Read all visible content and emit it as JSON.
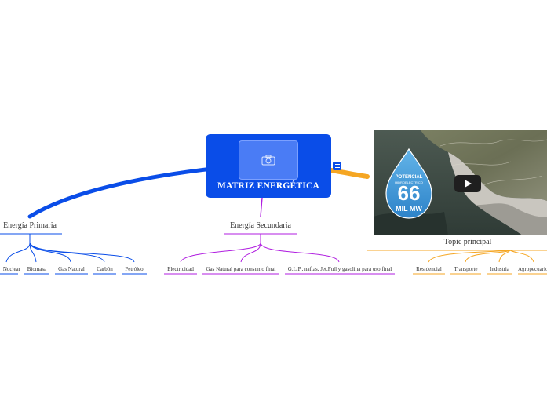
{
  "central": {
    "title": "MATRIZ ENERGÉTICA",
    "icon": "camera-icon"
  },
  "branches": {
    "primary": {
      "label": "Energía Primaria",
      "color": "#0a4de8",
      "children": [
        "Nuclear",
        "Biomasa",
        "Gas Natural",
        "Carbón",
        "Petróleo"
      ]
    },
    "secondary": {
      "label": "Energía Secundaria",
      "color": "#b01ee0",
      "children": [
        "Electricidad",
        "Gas Natural para consumo final",
        "G.L.P., naftas, Jet,Full y gasolina para uso final"
      ]
    },
    "main": {
      "label": "Topic principal",
      "color": "#f5a623",
      "children": [
        "Residencial",
        "Transporte",
        "Industria",
        "Agropecuario"
      ]
    }
  },
  "video": {
    "line1": "POTENCIAL",
    "line2": "HIDROELÉCTRICO",
    "value": "66",
    "unit": "MIL MW"
  }
}
